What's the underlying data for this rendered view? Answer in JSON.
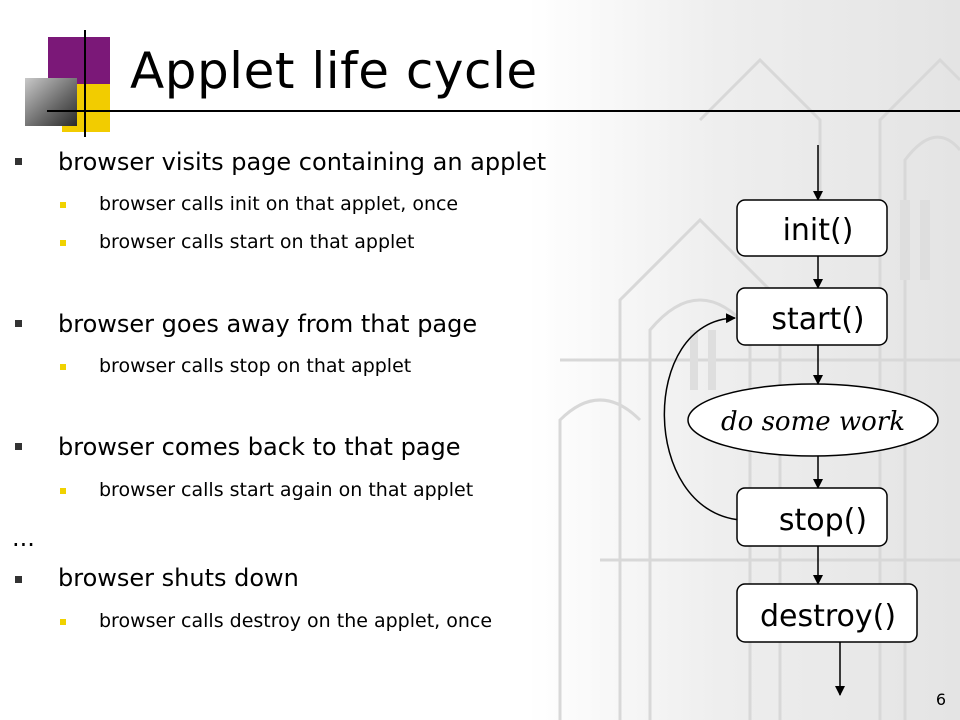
{
  "slide": {
    "title": "Applet life cycle",
    "page_number": "6",
    "ellipsis": "...",
    "bullets": [
      {
        "text": "browser visits page containing an applet",
        "sub": [
          "browser calls init on that applet, once",
          "browser calls start on that applet"
        ]
      },
      {
        "text": "browser goes away from that page",
        "sub": [
          "browser calls stop on that applet"
        ]
      },
      {
        "text": "browser comes back to that page",
        "sub": [
          "browser calls start again on that applet"
        ]
      },
      {
        "text": "browser shuts down",
        "sub": [
          "browser calls destroy on the applet, once"
        ]
      }
    ]
  },
  "diagram": {
    "methods": [
      "init()",
      "start()",
      "stop()",
      "destroy()"
    ],
    "work_label": "do some work"
  },
  "colors": {
    "logo_purple": "#7b1878",
    "logo_yellow": "#f2cc00",
    "bullet_level1": "#333333",
    "bullet_level2": "#f0d200"
  }
}
